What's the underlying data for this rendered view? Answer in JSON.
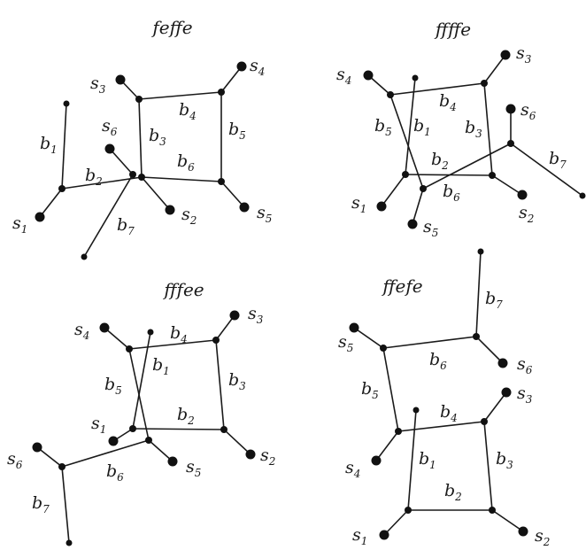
{
  "diagrams": [
    {
      "title": "feffe",
      "labels": {
        "s1": [
          "s",
          "1"
        ],
        "s2": [
          "s",
          "2"
        ],
        "s3": [
          "s",
          "3"
        ],
        "s4": [
          "s",
          "4"
        ],
        "s5": [
          "s",
          "5"
        ],
        "s6": [
          "s",
          "6"
        ],
        "b1": [
          "b",
          "1"
        ],
        "b2": [
          "b",
          "2"
        ],
        "b3": [
          "b",
          "3"
        ],
        "b4": [
          "b",
          "4"
        ],
        "b5": [
          "b",
          "5"
        ],
        "b6": [
          "b",
          "6"
        ],
        "b7": [
          "b",
          "7"
        ]
      }
    },
    {
      "title": "ffffe",
      "labels": {
        "s1": [
          "s",
          "1"
        ],
        "s2": [
          "s",
          "2"
        ],
        "s3": [
          "s",
          "3"
        ],
        "s4": [
          "s",
          "4"
        ],
        "s5": [
          "s",
          "5"
        ],
        "s6": [
          "s",
          "6"
        ],
        "b1": [
          "b",
          "1"
        ],
        "b2": [
          "b",
          "2"
        ],
        "b3": [
          "b",
          "3"
        ],
        "b4": [
          "b",
          "4"
        ],
        "b5": [
          "b",
          "5"
        ],
        "b6": [
          "b",
          "6"
        ],
        "b7": [
          "b",
          "7"
        ]
      }
    },
    {
      "title": "fffee",
      "labels": {
        "s1": [
          "s",
          "1"
        ],
        "s2": [
          "s",
          "2"
        ],
        "s3": [
          "s",
          "3"
        ],
        "s4": [
          "s",
          "4"
        ],
        "s5": [
          "s",
          "5"
        ],
        "s6": [
          "s",
          "6"
        ],
        "b1": [
          "b",
          "1"
        ],
        "b2": [
          "b",
          "2"
        ],
        "b3": [
          "b",
          "3"
        ],
        "b4": [
          "b",
          "4"
        ],
        "b5": [
          "b",
          "5"
        ],
        "b6": [
          "b",
          "6"
        ],
        "b7": [
          "b",
          "7"
        ]
      }
    },
    {
      "title": "ffefe",
      "labels": {
        "s1": [
          "s",
          "1"
        ],
        "s2": [
          "s",
          "2"
        ],
        "s3": [
          "s",
          "3"
        ],
        "s4": [
          "s",
          "4"
        ],
        "s5": [
          "s",
          "5"
        ],
        "s6": [
          "s",
          "6"
        ],
        "b1": [
          "b",
          "1"
        ],
        "b2": [
          "b",
          "2"
        ],
        "b3": [
          "b",
          "3"
        ],
        "b4": [
          "b",
          "4"
        ],
        "b5": [
          "b",
          "5"
        ],
        "b6": [
          "b",
          "6"
        ],
        "b7": [
          "b",
          "7"
        ]
      }
    }
  ]
}
